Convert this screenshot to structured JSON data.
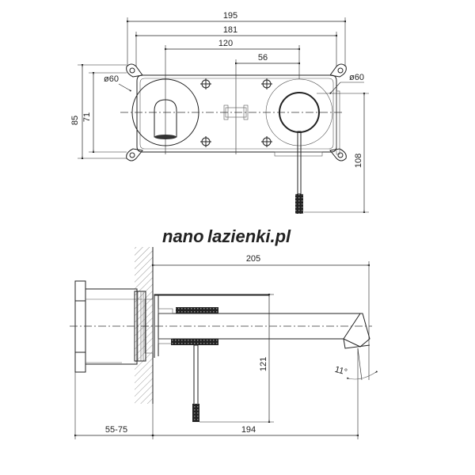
{
  "watermark": {
    "part1": "nano",
    "part2": "lazienki.pl",
    "color1": "#bcd6ee",
    "color2": "#dfe4ea"
  },
  "top_view": {
    "dim_overall": "195",
    "dim_plate": "181",
    "dim_centers": "120",
    "dim_center_offset": "56",
    "dim_height_outer": "85",
    "dim_height_inner": "71",
    "dim_lever": "108",
    "dia_left": "ø60",
    "dia_right": "ø60"
  },
  "side_view": {
    "dim_projection": "205",
    "dim_lever_height": "121",
    "dim_wall_depth": "55-75",
    "dim_spout": "194",
    "angle": "11°"
  }
}
